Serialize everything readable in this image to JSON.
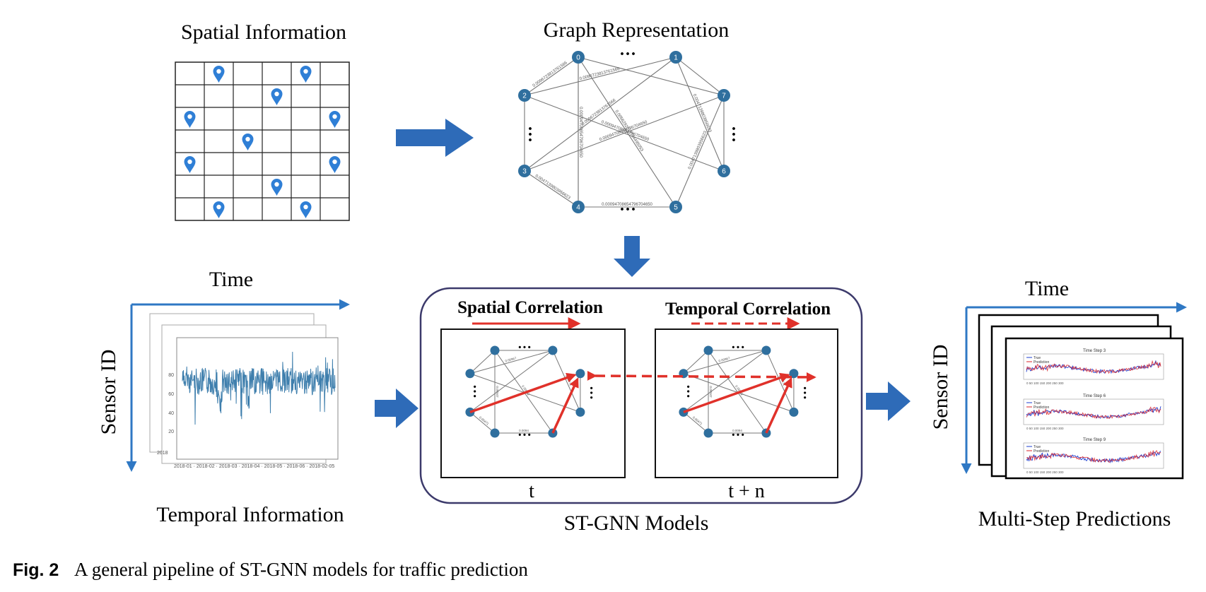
{
  "figure": {
    "caption_label": "Fig. 2",
    "caption_text": "A general pipeline of ST-GNN models for traffic prediction"
  },
  "spatial": {
    "title": "Spatial Information",
    "grid_cols": 6,
    "grid_rows": 7,
    "pins": [
      [
        1,
        0
      ],
      [
        4,
        0
      ],
      [
        3,
        1
      ],
      [
        0,
        2
      ],
      [
        5,
        2
      ],
      [
        2,
        3
      ],
      [
        0,
        4
      ],
      [
        5,
        4
      ],
      [
        3,
        5
      ],
      [
        1,
        6
      ],
      [
        4,
        6
      ]
    ],
    "pin_color": "#2f7fd6"
  },
  "graph": {
    "title": "Graph Representation",
    "node_labels": [
      "0",
      "1",
      "2",
      "7",
      "3",
      "6",
      "4",
      "5"
    ],
    "ellipsis": "···",
    "edge_weight_samples": [
      "0.0056292019784495053",
      "0.0096723813761566",
      "0.00094708654796704650",
      "0.0047139803956623"
    ]
  },
  "temporal": {
    "title": "Temporal Information",
    "x_axis": "Time",
    "y_axis": "Sensor ID",
    "y_ticks": [
      "20",
      "40",
      "60",
      "80"
    ],
    "year_label": "2018"
  },
  "model": {
    "title": "ST-GNN Models",
    "spatial_label": "Spatial Correlation",
    "temporal_label": "Temporal Correlation",
    "frame_left_label": "t",
    "frame_right_label": "t + n"
  },
  "predictions": {
    "title": "Multi-Step Predictions",
    "x_axis": "Time",
    "y_axis": "Sensor ID",
    "panels": [
      "Time Step 3",
      "Time Step 6",
      "Time Step 9"
    ],
    "legend": [
      "True",
      "Prediction"
    ]
  },
  "colors": {
    "arrow_blue": "#2e6bb8",
    "axis_blue": "#2f78c4",
    "correlation_red": "#e0312a",
    "node_blue": "#2f6f9e",
    "model_frame": "#3c3a6b"
  }
}
